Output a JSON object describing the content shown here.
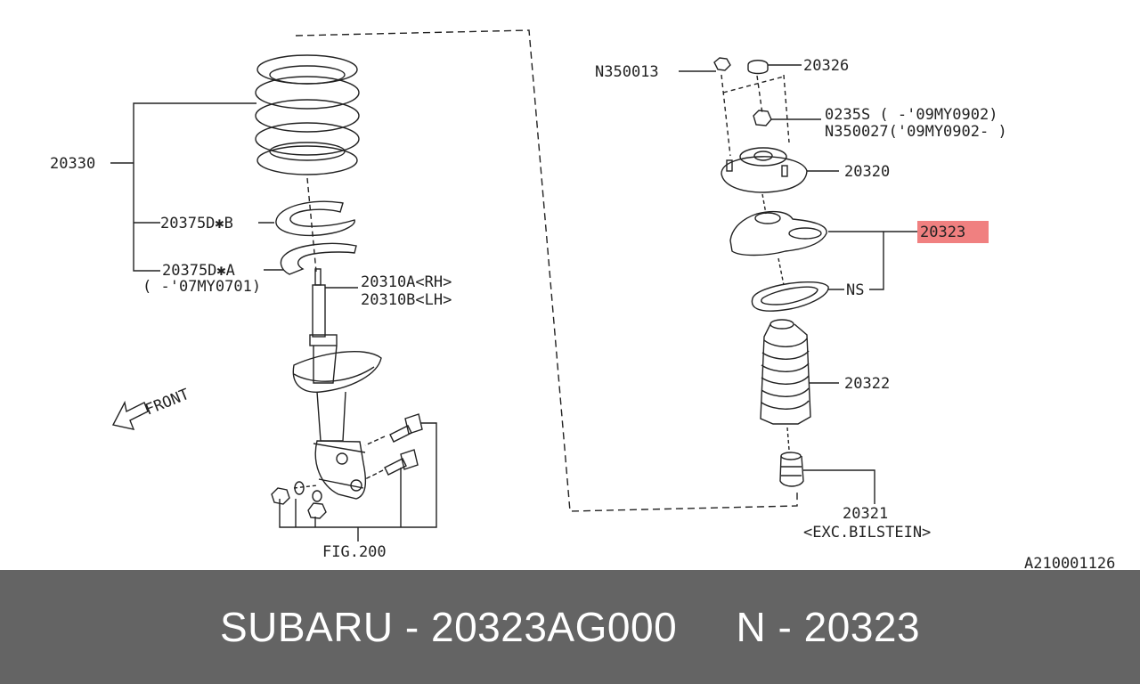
{
  "diagram": {
    "labels": {
      "spring": "20330",
      "spring_seat_b": "20375D✱B",
      "spring_seat_a": "20375D✱A",
      "spring_seat_a_note": "( -'07MY0701)",
      "strut_rh": "20310A<RH>",
      "strut_lh": "20310B<LH>",
      "front": "FRONT",
      "fig_ref": "FIG.200",
      "nut_left": "N350013",
      "cap": "20326",
      "nut_center_a": "0235S  ( -'09MY0902)",
      "nut_center_b": "N350027('09MY0902- )",
      "mount": "20320",
      "spring_seat_upper": "20323",
      "ns": "NS",
      "boot": "20322",
      "bump_stop": "20321",
      "bump_stop_note": "<EXC.BILSTEIN>",
      "diagram_id": "A210001126"
    },
    "highlight_color": "#f08080",
    "line_color": "#222222"
  },
  "footer": {
    "text": "SUBARU - 20323AG000     N - 20323",
    "background": "#646464",
    "text_color": "#ffffff"
  }
}
